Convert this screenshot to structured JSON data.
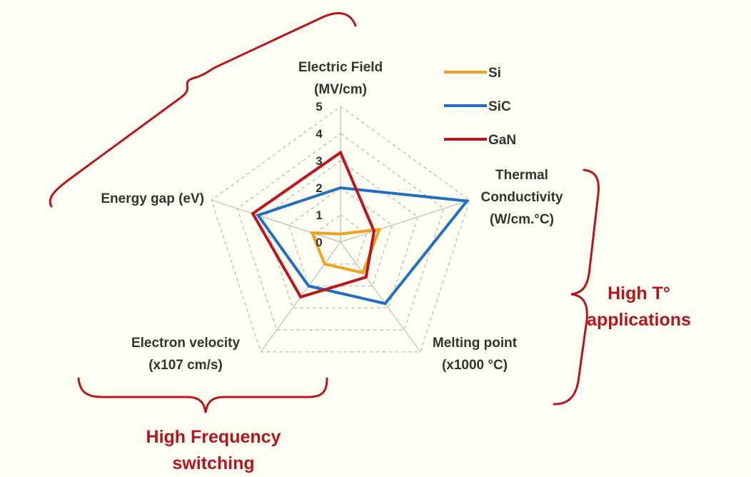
{
  "chart_data": {
    "type": "radar",
    "axes": [
      [
        "Electric Field",
        "(MV/cm)"
      ],
      [
        "Thermal",
        "Conductivity",
        "(W/cm.°C)"
      ],
      [
        "Melting point",
        "(x1000 °C)"
      ],
      [
        "Electron velocity",
        "(x107 cm/s)"
      ],
      [
        "Energy gap (eV)"
      ]
    ],
    "rlim": [
      0,
      5
    ],
    "ticks": [
      "0",
      "1",
      "2",
      "3",
      "4",
      "5"
    ],
    "grid": true,
    "legend_position": "top-right",
    "series": [
      {
        "name": "Si",
        "color": "#f0a21e",
        "values": [
          0.3,
          1.5,
          1.4,
          1.0,
          1.1
        ]
      },
      {
        "name": "SiC",
        "color": "#1f6fc5",
        "values": [
          2.0,
          4.9,
          2.8,
          2.0,
          3.2
        ]
      },
      {
        "name": "GaN",
        "color": "#c0141d",
        "values": [
          3.3,
          1.3,
          1.6,
          2.5,
          3.4
        ]
      }
    ]
  },
  "annotations": {
    "color": "#b7141c",
    "frequency": [
      "High Frequency",
      "switching"
    ],
    "temperature": [
      "High T°",
      "applications"
    ]
  }
}
